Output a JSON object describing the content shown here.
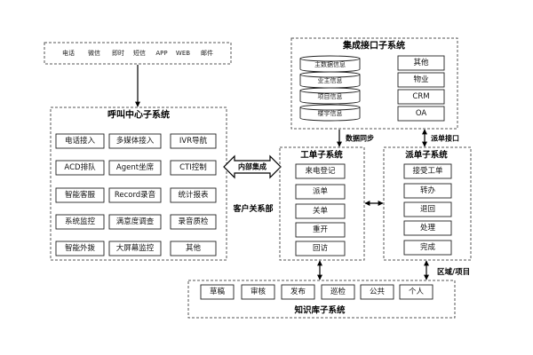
{
  "channels": {
    "items": [
      "电话",
      "微信",
      "即时",
      "短信",
      "APP",
      "WEB",
      "邮件"
    ]
  },
  "call_center": {
    "title": "呼叫中心子系统",
    "items": [
      [
        "电话接入",
        "多媒体接入",
        "IVR导航"
      ],
      [
        "ACD排队",
        "Agent坐席",
        "CTI控制"
      ],
      [
        "智能客服",
        "Record录音",
        "统计报表"
      ],
      [
        "系统监控",
        "满意度调查",
        "录音质检"
      ],
      [
        "智能外拨",
        "大屏幕监控",
        "其他"
      ]
    ]
  },
  "integration": {
    "title": "集成接口子系统",
    "databases": [
      "主数据信息",
      "业主信息",
      "项目信息",
      "楼宇信息"
    ],
    "systems": [
      "其他",
      "物业",
      "CRM",
      "OA"
    ]
  },
  "work_order": {
    "title": "工单子系统",
    "items": [
      "来电登记",
      "派单",
      "关单",
      "重开",
      "回访"
    ]
  },
  "dispatch": {
    "title": "派单子系统",
    "items": [
      "接受工单",
      "转办",
      "退回",
      "处理",
      "完成"
    ]
  },
  "knowledge_base": {
    "title": "知识库子系统",
    "items": [
      "草稿",
      "审核",
      "发布",
      "巡检",
      "公共",
      "个人"
    ]
  },
  "labels": {
    "internal_integration": "内部集成",
    "customer_relations": "客户关系部",
    "data_sync": "数据同步",
    "dispatch_interface": "派单接口",
    "region_project": "区域/项目"
  }
}
